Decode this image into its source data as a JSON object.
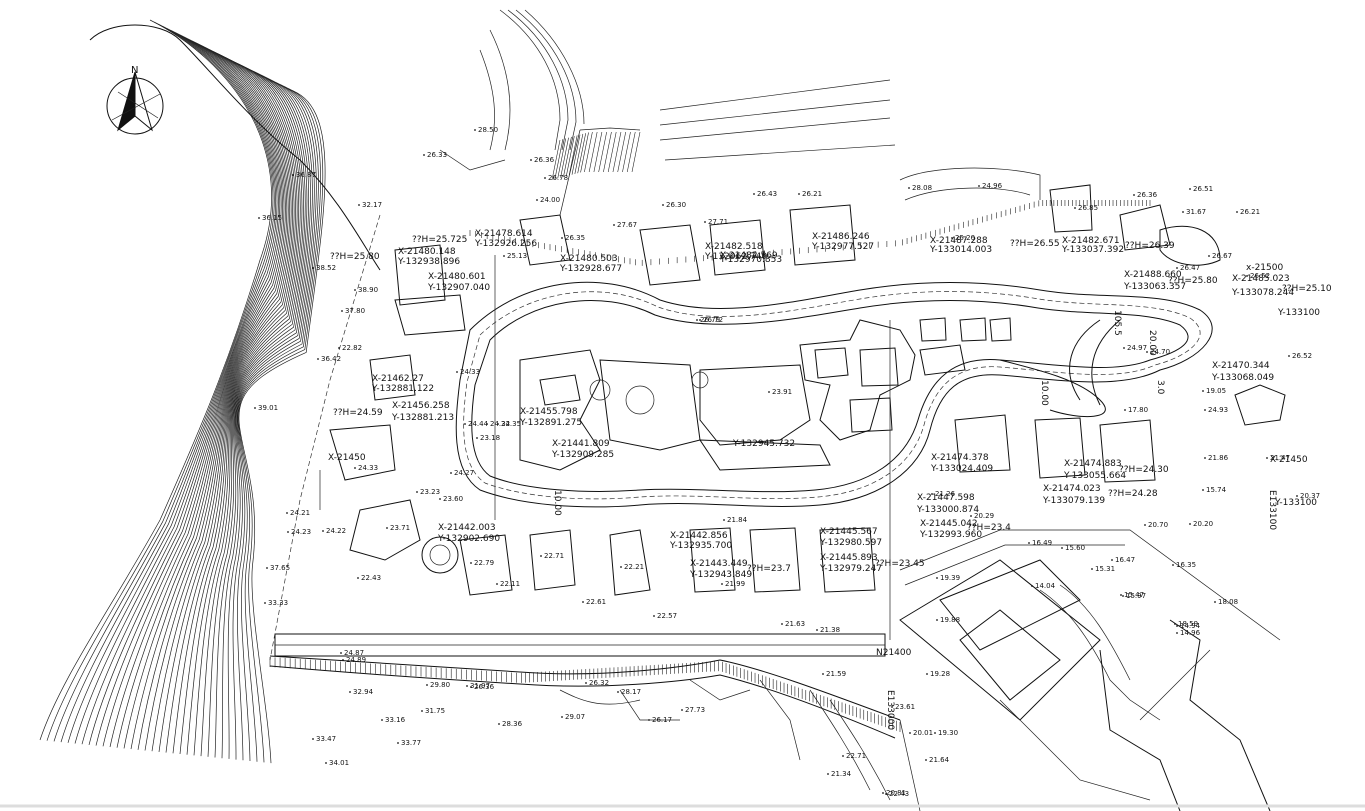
{
  "north_label": "N",
  "coordinate_labels": [
    "X-21478.614",
    "Y-132926.256",
    "X-21480.148",
    "Y-132938.896",
    "X-21480.601",
    "Y-132907.040",
    "X-21480.503",
    "Y-132928.677",
    "X-21482.518",
    "Y-132962.740",
    "X-21482.569",
    "Y-132970.853",
    "X-21486.246",
    "Y-132977.527",
    "X-21487.288",
    "Y-133014.003",
    "X-21482.671",
    "Y-133037.392",
    "X-21488.660",
    "Y-133063.357",
    "X-21485.023",
    "Y-133078.244",
    "X-21470.344",
    "Y-133068.049",
    "X-21462.27",
    "Y-132881.122",
    "X-21456.258",
    "Y-132881.213",
    "X-21455.798",
    "Y-132891.275",
    "X-21441.809",
    "Y-132909.285",
    "X-21442.003",
    "Y-132902.690",
    "X-21474.378",
    "Y-133024.409",
    "X-21474.883",
    "Y-133055.664",
    "X-21474.023",
    "Y-133079.139",
    "X-21447.598",
    "Y-133000.874",
    "X-21445.567",
    "Y-132980.597",
    "X-21445.042",
    "Y-132993.960",
    "X-21445.893",
    "Y-132979.247",
    "X-21442.856",
    "Y-132935.700",
    "X-21443.449",
    "Y-132943.849",
    "Y-132945.732",
    "x-21500",
    "Y-133100",
    "X-21450",
    "Y-133100",
    "X-21450"
  ],
  "height_labels": [
    "??H=25.725",
    "??H=25.80",
    "??H=26.55",
    "??H=26.39",
    "??H=25.80",
    "??H=25.10",
    "??H=24.59",
    "??H=24.30",
    "??H=24.28",
    "??H=23.45",
    "??H=23.7",
    "??H=23.4"
  ],
  "grid_labels": [
    "N21400",
    "E133000",
    "E133100"
  ],
  "spot_elevations": [
    "28.50",
    "26.33",
    "26.36",
    "26.78",
    "24.00",
    "26.43",
    "26.21",
    "26.30",
    "28.08",
    "24.96",
    "26.51",
    "26.36",
    "26.85",
    "31.67",
    "26.21",
    "27.67",
    "27.71",
    "26.67",
    "26.52",
    "26.47",
    "24.32",
    "26.35",
    "26.72",
    "23.91",
    "25.20",
    "26.79",
    "24.70",
    "24.97",
    "26.52",
    "24.93",
    "24.21",
    "24.23",
    "24.33",
    "24.27",
    "24.44",
    "22.82",
    "24.35",
    "22.43",
    "23.23",
    "24.33",
    "23.71",
    "23.18",
    "23.60",
    "25.13",
    "24.22",
    "22.79",
    "22.11",
    "22.71",
    "22.61",
    "22.21",
    "22.57",
    "21.63",
    "21.84",
    "21.99",
    "21.38",
    "21.26",
    "20.29",
    "20.70",
    "20.20",
    "19.39",
    "19.88",
    "19.30",
    "19.28",
    "16.49",
    "15.60",
    "16.47",
    "15.31",
    "14.04",
    "18.08",
    "15.97",
    "16.35",
    "15.47",
    "18.59",
    "14.94",
    "14.96",
    "15.74",
    "17.80",
    "19.05",
    "20.37",
    "21.86",
    "21.47",
    "20.01",
    "21.64",
    "22.71",
    "21.34",
    "22.43",
    "20.81",
    "23.61",
    "21.59",
    "24.89",
    "24.87",
    "26.36",
    "26.32",
    "28.17",
    "29.80",
    "31.75",
    "31.97",
    "28.36",
    "27.73",
    "26.17",
    "29.07",
    "33.16",
    "33.47",
    "33.77",
    "34.01",
    "32.94",
    "36.87",
    "36.15",
    "33.33",
    "37.65",
    "37.80",
    "38.90",
    "36.42",
    "39.01",
    "38.52",
    "32.17"
  ],
  "dimension_labels": [
    "10.00",
    "20.00",
    "3.0",
    "10.00",
    "105.5"
  ]
}
